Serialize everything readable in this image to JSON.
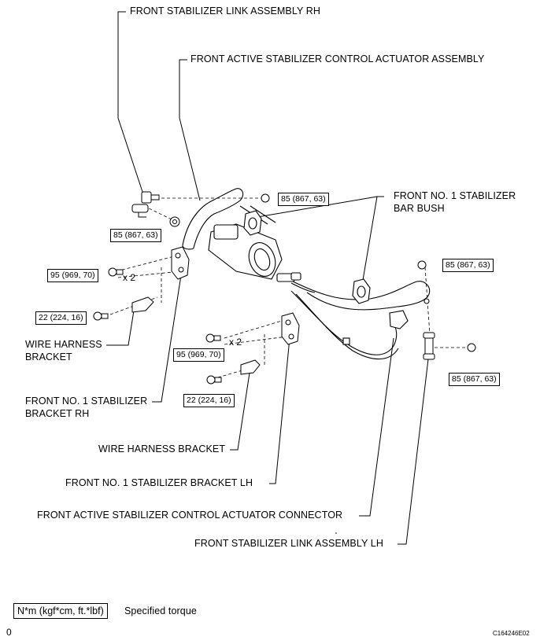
{
  "labels": {
    "link_rh": "FRONT STABILIZER LINK ASSEMBLY RH",
    "actuator_assembly": "FRONT ACTIVE STABILIZER CONTROL ACTUATOR ASSEMBLY",
    "bar_bush_line1": "FRONT NO. 1 STABILIZER",
    "bar_bush_line2": "BAR BUSH",
    "wire_bracket_rh_line1": "WIRE HARNESS",
    "wire_bracket_rh_line2": "BRACKET",
    "bracket_rh_line1": "FRONT NO. 1 STABILIZER",
    "bracket_rh_line2": "BRACKET RH",
    "wire_bracket_lh": "WIRE HARNESS BRACKET",
    "bracket_lh": "FRONT NO. 1 STABILIZER BRACKET LH",
    "actuator_connector": "FRONT ACTIVE STABILIZER CONTROL ACTUATOR CONNECTOR",
    "link_lh": "FRONT STABILIZER LINK ASSEMBLY LH"
  },
  "torques": {
    "link_rh_nut_a": "85 (867, 63)",
    "link_rh_nut_b": "85 (867, 63)",
    "bracket_rh_bolt": "95 (969, 70)",
    "wire_bracket_rh_bolt": "22 (224, 16)",
    "bracket_lh_bolt": "95 (969, 70)",
    "wire_bracket_lh_bolt": "22 (224, 16)",
    "link_lh_nut_a": "85 (867, 63)",
    "link_lh_nut_b": "85 (867, 63)"
  },
  "multipliers": {
    "rh": "x 2",
    "lh": "x 2"
  },
  "legend": {
    "unit": "N*m (kgf*cm, ft.*lbf)",
    "description": "Specified torque"
  },
  "footer": {
    "left_mark": "0",
    "code": "C164246E02"
  }
}
